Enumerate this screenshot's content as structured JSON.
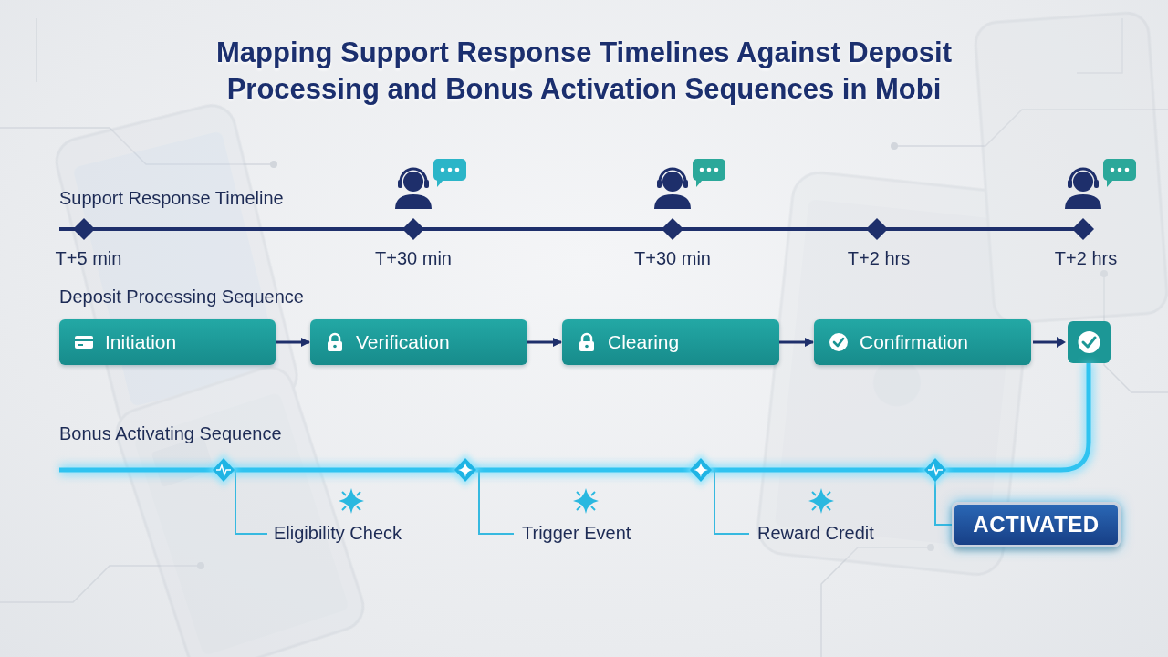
{
  "diagram": {
    "title": "Mapping Support Response Timelines Against Deposit Processing and Bonus Activation Sequences in Mobi",
    "nodes": [
      {
        "text": [
          "Initiation"
        ]
      },
      {
        "text": [
          "Verification"
        ]
      },
      {
        "text": [
          "Clearing"
        ]
      },
      {
        "text": [
          "Confirmation"
        ]
      },
      {
        "text": [
          "ACTIVATED"
        ]
      }
    ],
    "edges": [
      {
        "from": 0,
        "to": 1,
        "arrow": "to"
      },
      {
        "from": 1,
        "to": 2,
        "arrow": "to"
      },
      {
        "from": 2,
        "to": 3,
        "arrow": "to"
      }
    ],
    "labels": [
      "Support Response Timeline",
      "T+5 min",
      "T+30 min",
      "T+30 min",
      "T+2 hrs",
      "T+2 hrs",
      "Deposit Processing Sequence",
      "Bonus Activating Sequence",
      "Eligibility Check",
      "Trigger Event",
      "Reward Credit"
    ]
  }
}
